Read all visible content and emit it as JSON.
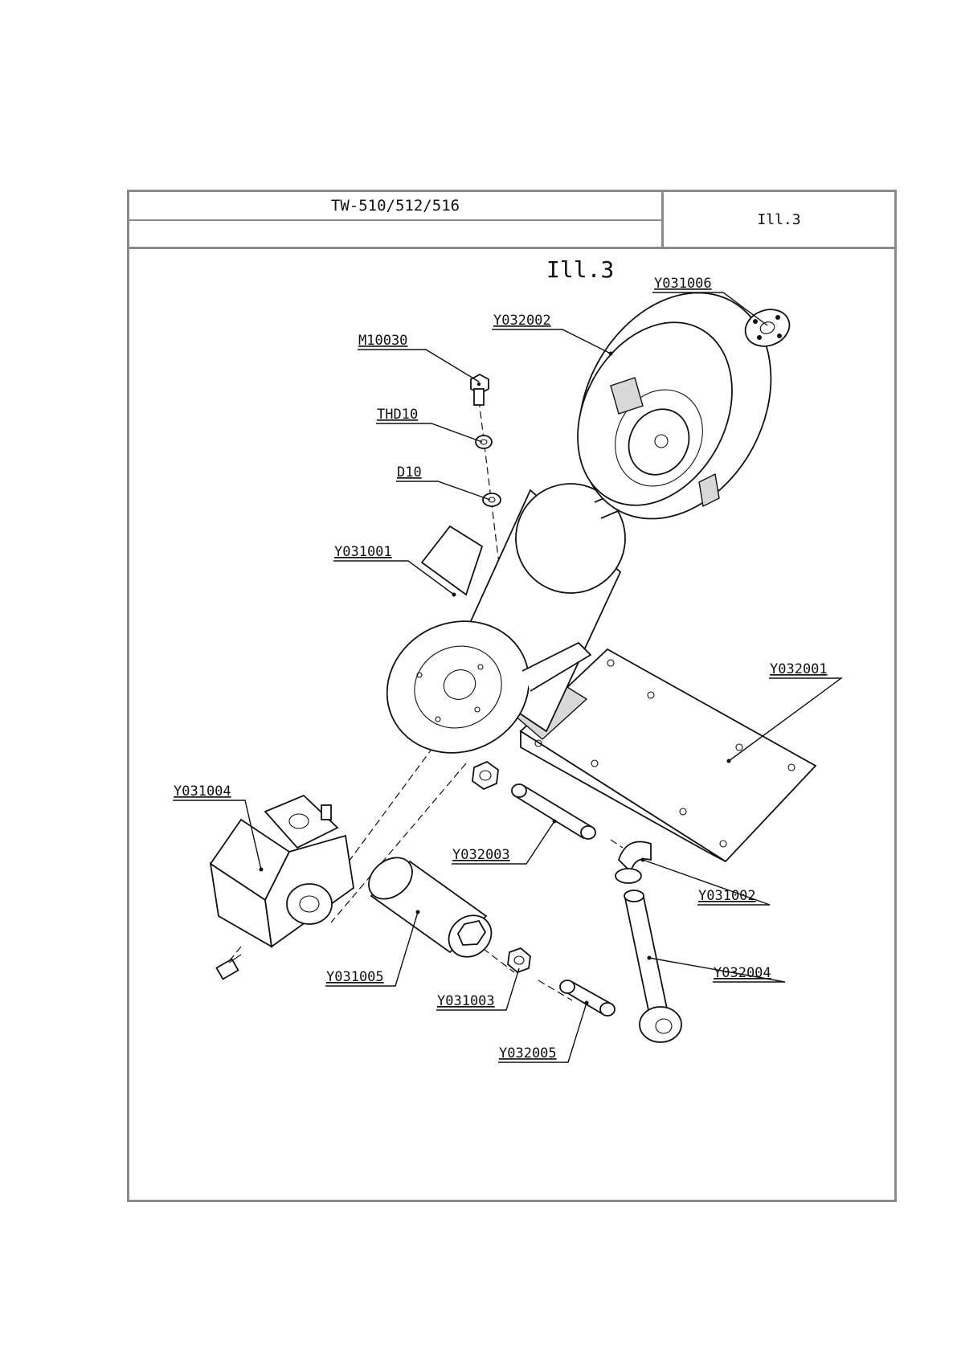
{
  "title_block": {
    "model": "TW-510/512/516",
    "illustration_code": "Ill.3"
  },
  "diagram": {
    "heading": "Ill.3",
    "parts": [
      {
        "id": "part-y031006",
        "label": "Y031006"
      },
      {
        "id": "part-y032002",
        "label": "Y032002"
      },
      {
        "id": "part-m10030",
        "label": "M10030"
      },
      {
        "id": "part-thd10",
        "label": "THD10"
      },
      {
        "id": "part-d10",
        "label": "D10"
      },
      {
        "id": "part-y031001",
        "label": "Y031001"
      },
      {
        "id": "part-y032001",
        "label": "Y032001"
      },
      {
        "id": "part-y031004",
        "label": "Y031004"
      },
      {
        "id": "part-y032003",
        "label": "Y032003"
      },
      {
        "id": "part-y031002",
        "label": "Y031002"
      },
      {
        "id": "part-y031005",
        "label": "Y031005"
      },
      {
        "id": "part-y032004",
        "label": "Y032004"
      },
      {
        "id": "part-y031003",
        "label": "Y031003"
      },
      {
        "id": "part-y032005",
        "label": "Y032005"
      }
    ]
  }
}
